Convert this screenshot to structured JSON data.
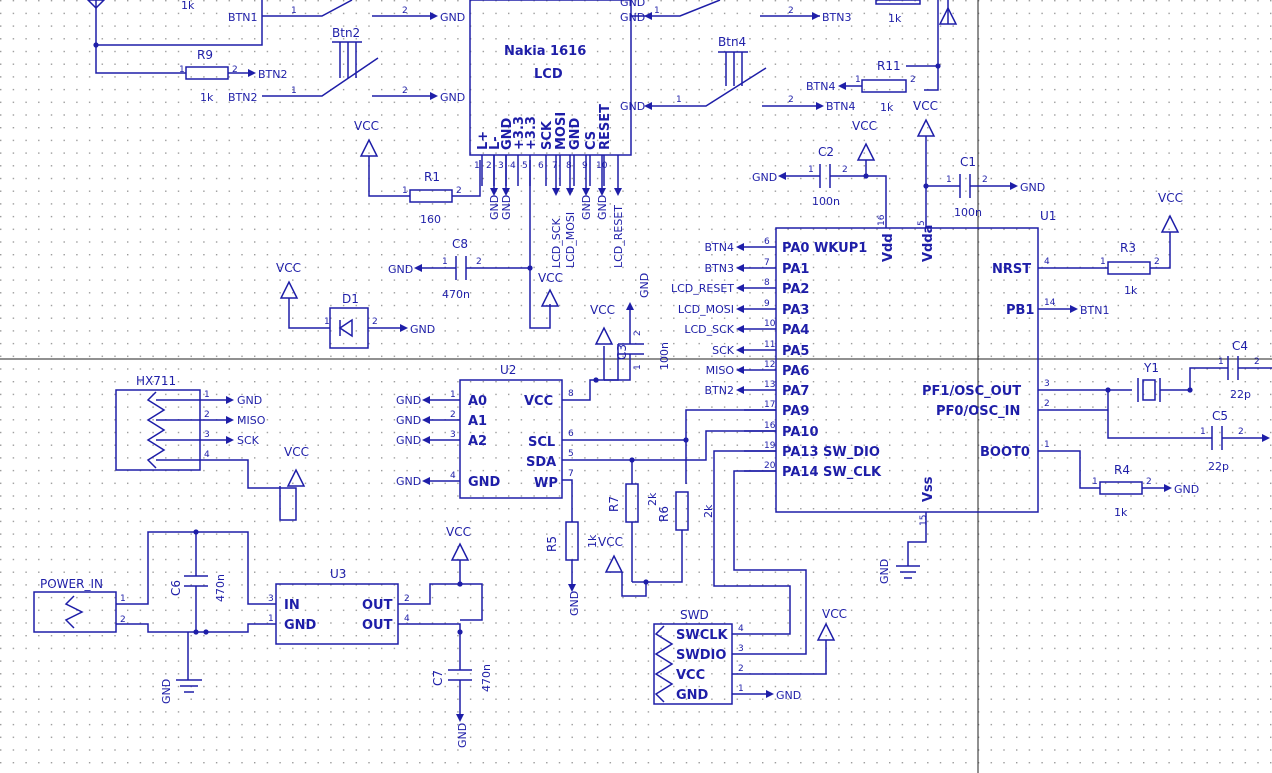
{
  "ic": {
    "lcd": {
      "title": "Nakia 1616",
      "sub": "LCD",
      "pins": [
        "L+",
        "L-",
        "GND",
        "+3.3",
        "+3.3",
        "SCK",
        "MOSI",
        "GND",
        "CS",
        "RESET"
      ],
      "nets": [
        "GND",
        "GND",
        "LCD_SCK",
        "LCD_MOSI",
        "GND",
        "GND",
        "LCD_RESET"
      ],
      "pinNums": [
        "1",
        "2",
        "3",
        "4",
        "5",
        "6",
        "7",
        "8",
        "9",
        "10"
      ]
    },
    "u1": {
      "ref": "U1",
      "left": [
        "PA0  WKUP1",
        "PA1",
        "PA2",
        "PA3",
        "PA4",
        "PA5",
        "PA6",
        "PA7",
        "PA9",
        "PA10",
        "PA13  SW_DIO",
        "PA14  SW_CLK"
      ],
      "leftNums": [
        "6",
        "7",
        "8",
        "9",
        "10",
        "11",
        "12",
        "13",
        "17",
        "16",
        "19",
        "20"
      ],
      "nets": [
        "BTN4",
        "BTN3",
        "LCD_RESET",
        "LCD_MOSI",
        "LCD_SCK",
        "SCK",
        "MISO",
        "BTN2"
      ],
      "vdd": "Vdd",
      "vdda": "Vdda",
      "vss": "Vss",
      "vddNum": "16",
      "vddaNum": "5",
      "vssNum": "15",
      "nrst": "NRST",
      "pb1": "PB1",
      "osc_out": "PF1/OSC_OUT",
      "osc_in": "PF0/OSC_IN",
      "boot": "BOOT0",
      "nrstNum": "4",
      "pb1Num": "14",
      "oscOutNum": "3",
      "oscInNum": "2",
      "bootNum": "1",
      "pb1Net": "BTN1"
    },
    "u2": {
      "ref": "U2",
      "left": [
        "A0",
        "A1",
        "A2",
        "GND"
      ],
      "leftNums": [
        "1",
        "2",
        "3",
        "4"
      ],
      "vcc": "VCC",
      "scl": "SCL",
      "sda": "SDA",
      "wp": "WP",
      "vccNum": "8",
      "sclNum": "6",
      "sdaNum": "5",
      "wpNum": "7"
    },
    "u3": {
      "ref": "U3",
      "in": "IN",
      "gnd": "GND",
      "out1": "OUT",
      "out2": "OUT",
      "inNum": "3",
      "gndNum": "1",
      "out1Num": "2",
      "out2Num": "4"
    },
    "hx711": {
      "ref": "HX711",
      "nets": [
        "GND",
        "MISO",
        "SCK"
      ],
      "pinNums": [
        "1",
        "2",
        "3",
        "4"
      ]
    },
    "swd": {
      "ref": "SWD",
      "pins": [
        "SWCLK",
        "SWDIO",
        "VCC",
        "GND"
      ],
      "pinNums": [
        "4",
        "3",
        "2",
        "1"
      ],
      "gndNet": "GND"
    },
    "power": {
      "ref": "POWER_IN",
      "pinNums": [
        "1",
        "2"
      ]
    }
  },
  "parts": {
    "r1": {
      "ref": "R1",
      "val": "160"
    },
    "r3": {
      "ref": "R3",
      "val": "1k"
    },
    "r4": {
      "ref": "R4",
      "val": "1k"
    },
    "r5": {
      "ref": "R5",
      "val": "1k"
    },
    "r6": {
      "ref": "R6",
      "val": "2k"
    },
    "r7": {
      "ref": "R7",
      "val": "2k"
    },
    "r9": {
      "ref": "R9",
      "val": "1k"
    },
    "r11": {
      "ref": "R11",
      "val": "1k"
    },
    "rtop": {
      "val": "1k"
    },
    "rtop2": {
      "val": "1k"
    },
    "c1": {
      "ref": "C1",
      "val": "100n"
    },
    "c2": {
      "ref": "C2",
      "val": "100n"
    },
    "c3": {
      "ref": "C3",
      "val": "100n"
    },
    "c4": {
      "ref": "C4",
      "val": "22p"
    },
    "c5": {
      "ref": "C5",
      "val": "22p"
    },
    "c6": {
      "ref": "C6",
      "val": "470n"
    },
    "c7": {
      "ref": "C7",
      "val": "470n"
    },
    "c8": {
      "ref": "C8",
      "val": "470n"
    },
    "d1": {
      "ref": "D1"
    },
    "y1": {
      "ref": "Y1"
    },
    "btn2": {
      "ref": "Btn2"
    },
    "btn4": {
      "ref": "Btn4"
    }
  },
  "net": {
    "vcc": "VCC",
    "gnd": "GND",
    "btn1": "BTN1",
    "btn2": "BTN2",
    "btn3": "BTN3",
    "btn4": "BTN4"
  },
  "num": {
    "one": "1",
    "two": "2"
  }
}
